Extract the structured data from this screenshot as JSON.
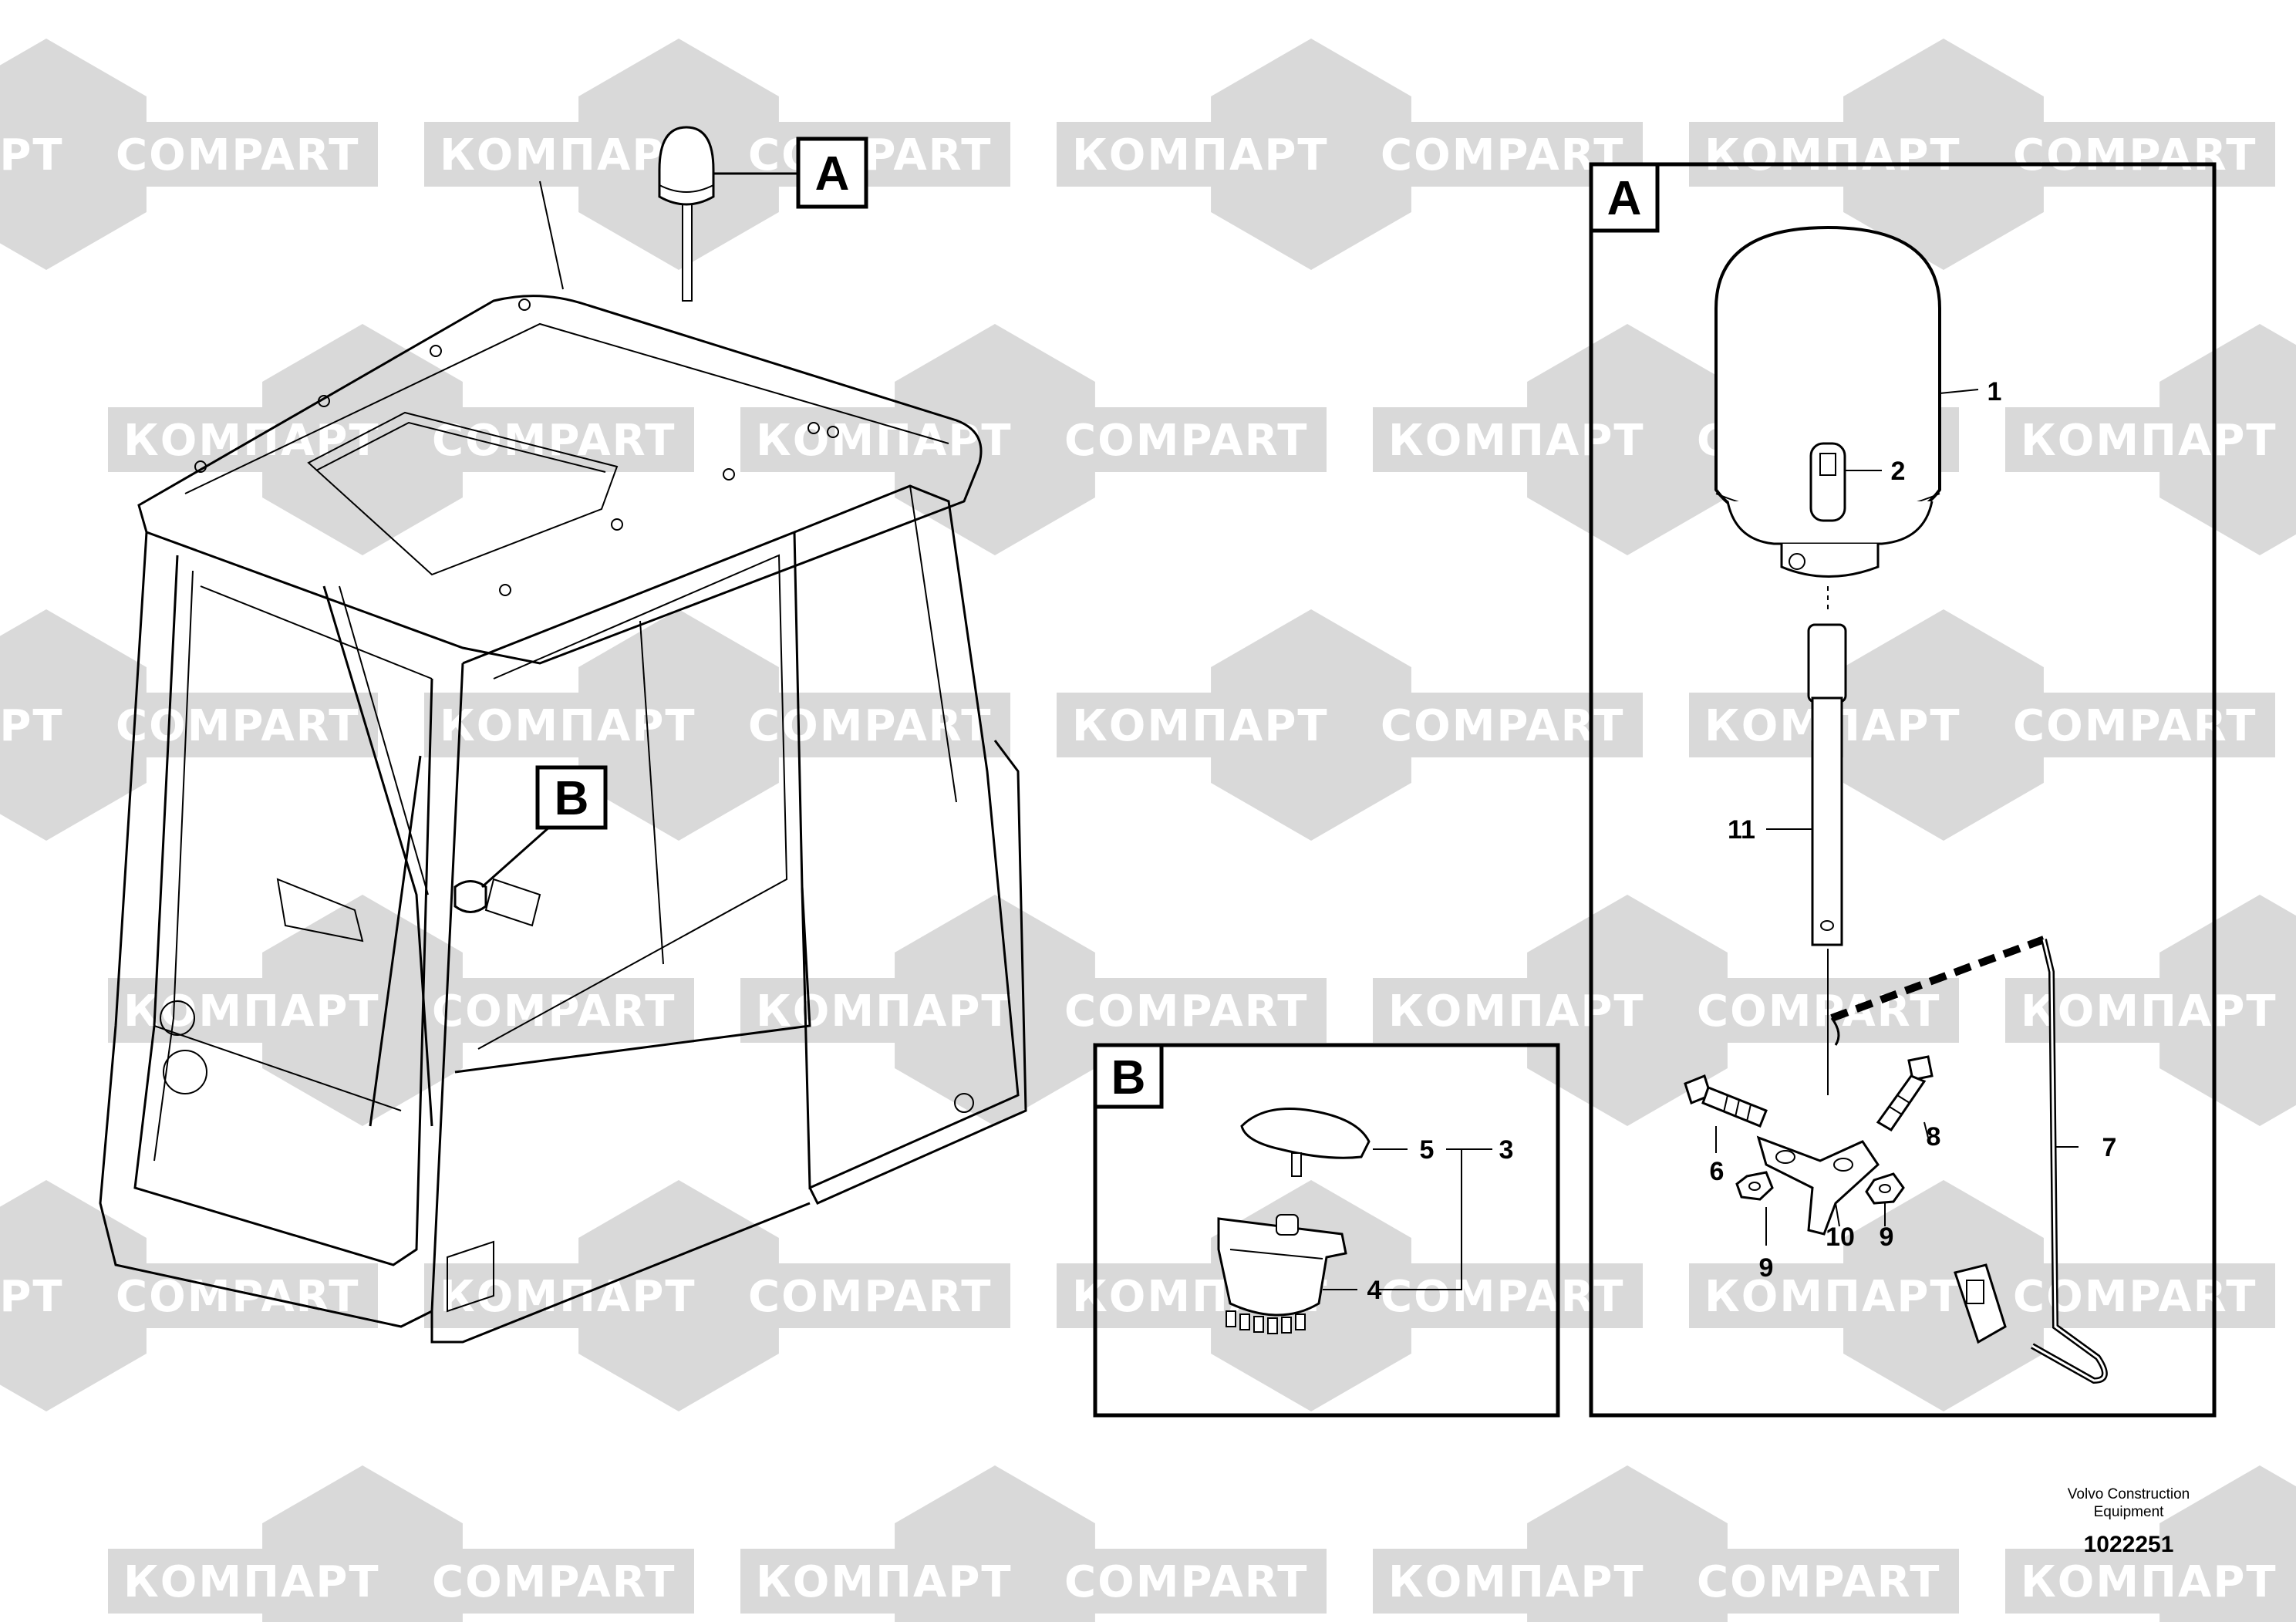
{
  "watermark": {
    "texts": [
      "КОМПАРТ",
      "COMPART"
    ],
    "color": "#d9d9d9"
  },
  "view_labels": {
    "a": "A",
    "b": "B"
  },
  "callouts": {
    "c1": "1",
    "c2": "2",
    "c3": "3",
    "c4": "4",
    "c5": "5",
    "c6": "6",
    "c7": "7",
    "c8": "8",
    "c9a": "9",
    "c9b": "9",
    "c10": "10",
    "c11": "11"
  },
  "footer": {
    "company_line1": "Volvo Construction",
    "company_line2": "Equipment",
    "drawing_number": "1022251"
  }
}
